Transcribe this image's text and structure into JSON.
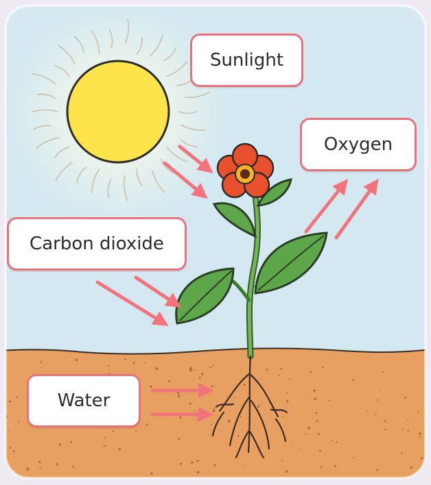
{
  "labels": {
    "sunlight": "Sunlight",
    "oxygen": "Oxygen",
    "carbon_dioxide": "Carbon dioxide",
    "water": "Water"
  },
  "colors": {
    "sky": "#d3e8f1",
    "soil": "#e7a062",
    "sun": "#fde44a",
    "arrow": "#f2737c",
    "label_border": "#e8717a",
    "leaf": "#5ea64a",
    "flower": "#e8502e"
  }
}
